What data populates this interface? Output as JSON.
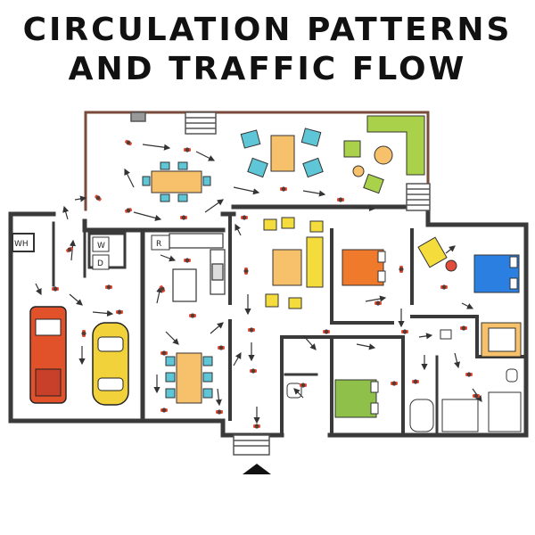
{
  "title": {
    "line1": "CIRCULATION PATTERNS",
    "line2": "AND TRAFFIC FLOW"
  },
  "labels": {
    "water_heater": "WH",
    "washer": "W",
    "dryer": "D",
    "fridge": "R"
  },
  "colors": {
    "wall": "#3a3a3a",
    "floor": "#fdfdfd",
    "teal_chair": "#5ec6d6",
    "table_orange": "#f7c06a",
    "yellow": "#f3dc3c",
    "lime": "#a9d24a",
    "orange_bed": "#f07a2c",
    "blue_bed": "#2a7fe0",
    "green_bed": "#8fc14a",
    "red_car": "#e2522a",
    "yellow_car": "#f2d23a",
    "person_red": "#e24a3a",
    "person_blue": "#2a5a9a",
    "arrow": "#333333"
  },
  "icons": {
    "entry": "triangle-up-icon",
    "person": "person-walking-icon",
    "arrow": "arrow-icon"
  }
}
